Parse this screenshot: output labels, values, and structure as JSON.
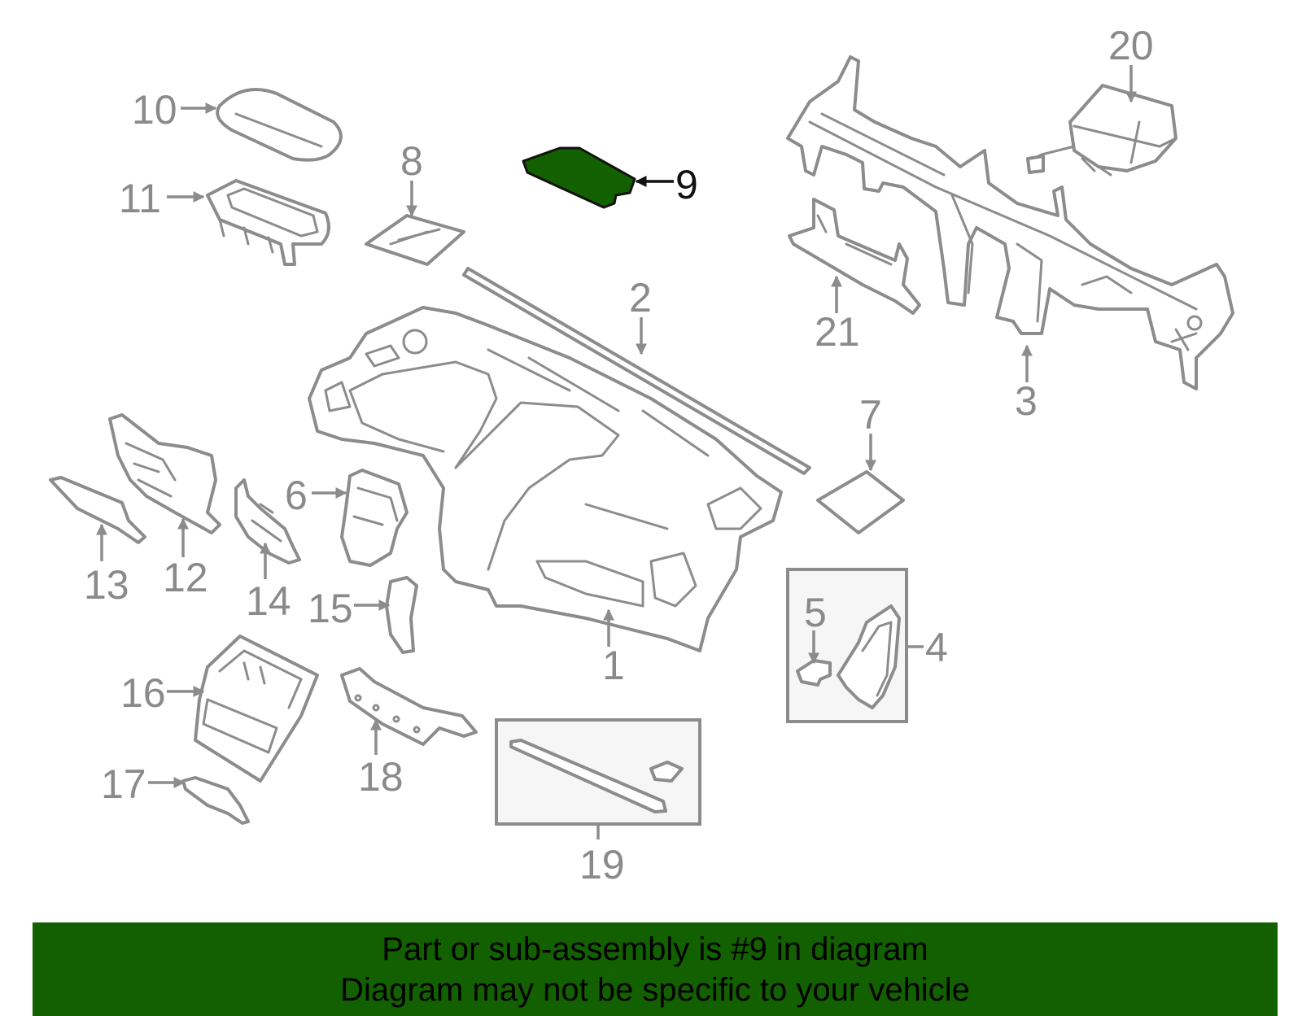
{
  "diagram": {
    "highlight_color": "#136000",
    "highlighted_part": "9",
    "callouts": [
      {
        "id": "c1",
        "label": "1"
      },
      {
        "id": "c2",
        "label": "2"
      },
      {
        "id": "c3",
        "label": "3"
      },
      {
        "id": "c4",
        "label": "4"
      },
      {
        "id": "c5",
        "label": "5"
      },
      {
        "id": "c6",
        "label": "6"
      },
      {
        "id": "c7",
        "label": "7"
      },
      {
        "id": "c8",
        "label": "8"
      },
      {
        "id": "c9",
        "label": "9"
      },
      {
        "id": "c10",
        "label": "10"
      },
      {
        "id": "c11",
        "label": "11"
      },
      {
        "id": "c12",
        "label": "12"
      },
      {
        "id": "c13",
        "label": "13"
      },
      {
        "id": "c14",
        "label": "14"
      },
      {
        "id": "c15",
        "label": "15"
      },
      {
        "id": "c16",
        "label": "16"
      },
      {
        "id": "c17",
        "label": "17"
      },
      {
        "id": "c18",
        "label": "18"
      },
      {
        "id": "c19",
        "label": "19"
      },
      {
        "id": "c20",
        "label": "20"
      },
      {
        "id": "c21",
        "label": "21"
      }
    ]
  },
  "banner": {
    "line1": "Part or sub-assembly is #9 in diagram",
    "line2": "Diagram may not be specific to your vehicle",
    "background_color": "#136000"
  }
}
